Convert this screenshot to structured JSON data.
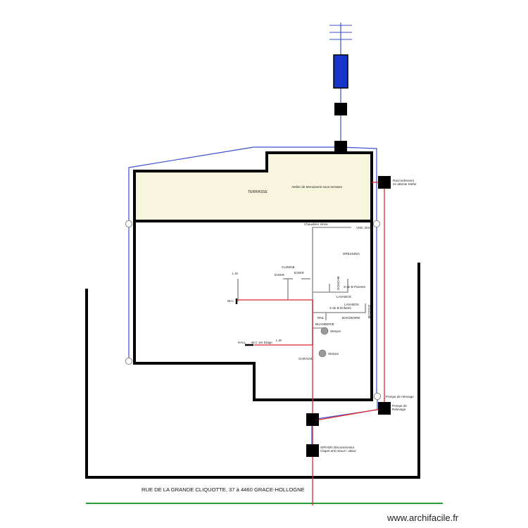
{
  "labels": {
    "terrasse": "TERRASSE",
    "atelier": "Atelier de Menuiserie sous terrasse",
    "raccordement": [
      "Raccordement",
      "en attente Klefer"
    ],
    "chaudiere": "Chaudière 2ème",
    "vmc": "VMC 2ème",
    "dressing": "DRESSING",
    "cuisine": "CUISINE",
    "evier_left": "EVIER",
    "evier_right": "EVIER",
    "lm": "L.M",
    "wc": "W.C",
    "douche_upper": "DOUCHE",
    "sdb_parents": "S de B Parents",
    "lavabos_upper": "LAVABOS",
    "lavabos_lower": "LAVABOS",
    "sdb_enfants": "S de B Enfants",
    "douche_right": "DOUCHE",
    "baignoire": "BAIGNOIRE",
    "rnl": "RNL",
    "buanderie": "BUANDERIE",
    "sterput_upper": "Sterput",
    "sterput_lower": "Sterput",
    "hall": "HALL",
    "wc_etage": "W.C 1er Etage",
    "lm_lower": "L.M",
    "garage": "GARAGE",
    "pompe_small": "Pompe de relevage",
    "pompe_big": [
      "Pompe de",
      "Relevage"
    ],
    "siphon": [
      "SIPHON Disconnecteur",
      "Clapet anti retour+ utteur"
    ],
    "street": "RUE DE LA GRANDE CLIQUOTTE, 37 à 4460 GRACE-HOLLOGNE",
    "watermark": "www.archifacile.fr"
  },
  "colors": {
    "wall": "#000000",
    "terrace_fill": "#f8f5df",
    "evacuation": "#e0262b",
    "rain_pipe": "#3a4fd1",
    "internal_pipe": "#9a9a9a",
    "street_line": "#2a9a3a",
    "meter_fill": "#1536c9",
    "chamber_fill": "#000000"
  },
  "icons": {
    "antenna": "antenna-icon",
    "meter": "meter-icon",
    "inspection_chamber": "chamber-icon",
    "downpipe": "downpipe-icon",
    "sterput": "drain-icon"
  }
}
